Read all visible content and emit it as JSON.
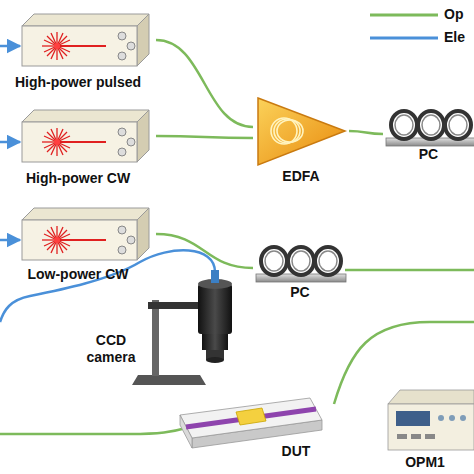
{
  "diagram": {
    "nodes": [
      {
        "text": [
          "High-power pulsed"
        ]
      },
      {
        "text": [
          "High-power CW"
        ]
      },
      {
        "text": [
          "EDFA"
        ]
      },
      {
        "text": [
          "PC"
        ]
      },
      {
        "text": [
          "Low-power CW"
        ]
      },
      {
        "text": [
          "PC"
        ]
      },
      {
        "text": [
          "CCD camera"
        ]
      },
      {
        "text": [
          "DUT"
        ]
      },
      {
        "text": [
          "OPM1"
        ]
      }
    ],
    "edges": [
      {
        "from": 0,
        "to": 2,
        "arrow": "none"
      },
      {
        "from": 1,
        "to": 2,
        "arrow": "none"
      },
      {
        "from": 2,
        "to": 3,
        "arrow": "none"
      },
      {
        "from": 4,
        "to": 5,
        "arrow": "none"
      }
    ],
    "legend": [
      {
        "text": "Op"
      },
      {
        "text": "Ele"
      }
    ]
  }
}
